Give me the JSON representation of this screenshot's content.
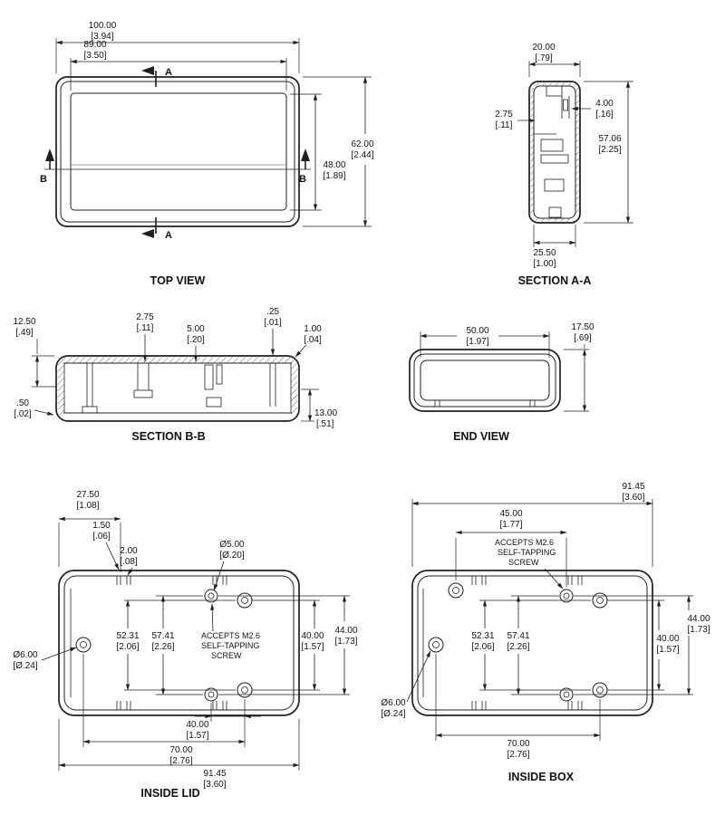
{
  "palette": {
    "background": "#ffffff",
    "line": "#1f1f1f",
    "text": "#111111"
  },
  "top_view": {
    "title": "TOP VIEW",
    "section_label_a": "A",
    "section_label_b": "B",
    "overall_width": {
      "mm": "100.00",
      "inch": "[3.94]"
    },
    "lid_panel_width": {
      "mm": "89.00",
      "inch": "[3.50]"
    },
    "overall_depth": {
      "mm": "62.00",
      "inch": "[2.44]"
    },
    "lid_panel_depth": {
      "mm": "48.00",
      "inch": "[1.89]"
    }
  },
  "section_aa": {
    "title": "SECTION A-A",
    "body_width": {
      "mm": "20.00",
      "inch": "[.79]"
    },
    "slot_width": {
      "mm": "4.00",
      "inch": "[.16]"
    },
    "wall_thickness": {
      "mm": "2.75",
      "inch": "[.11]"
    },
    "body_height": {
      "mm": "57.06",
      "inch": "[2.25]"
    },
    "inner_width": {
      "mm": "25.50",
      "inch": "[1.00]"
    }
  },
  "section_bb": {
    "title": "SECTION B-B",
    "lid_depth": {
      "mm": "12.50",
      "inch": "[.49]"
    },
    "rib_width": {
      "mm": "2.75",
      "inch": "[.11]"
    },
    "boss_width": {
      "mm": "5.00",
      "inch": "[.20]"
    },
    "lip_gap": {
      "mm": ".25",
      "inch": "[.01]"
    },
    "wall_thickness": {
      "mm": "1.00",
      "inch": "[.04]"
    },
    "floor_thickness": {
      "mm": ".50",
      "inch": "[.02]"
    },
    "box_depth": {
      "mm": "13.00",
      "inch": "[.51]"
    }
  },
  "end_view": {
    "title": "END VIEW",
    "opening_width": {
      "mm": "50.00",
      "inch": "[1.97]"
    },
    "body_height": {
      "mm": "17.50",
      "inch": "[.69]"
    }
  },
  "inside_lid": {
    "title": "INSIDE LID",
    "screw_note": {
      "line1": "ACCEPTS M2.6",
      "line2": "SELF-TAPPING",
      "line3": "SCREW"
    },
    "tab_offset": {
      "mm": "27.50",
      "inch": "[1.08]"
    },
    "tab_gap": {
      "mm": "1.50",
      "inch": "[.06]"
    },
    "tab_width": {
      "mm": "2.00",
      "inch": "[.08]"
    },
    "boss_diameter": {
      "mm": "Ø5.00",
      "inch": "[Ø.20]"
    },
    "boss_span_inner": {
      "mm": "52.31",
      "inch": "[2.06]"
    },
    "boss_span_outer": {
      "mm": "57.41",
      "inch": "[2.26]"
    },
    "boss_pitch_vertical": {
      "mm": "40.00",
      "inch": "[1.57]"
    },
    "boss_pitch_vertical_outer": {
      "mm": "44.00",
      "inch": "[1.73]"
    },
    "post_diameter": {
      "mm": "Ø6.00",
      "inch": "[Ø.24]"
    },
    "boss_pitch_horizontal": {
      "mm": "40.00",
      "inch": "[1.57]"
    },
    "post_pitch": {
      "mm": "70.00",
      "inch": "[2.76]"
    },
    "inner_length": {
      "mm": "91.45",
      "inch": "[3.60]"
    }
  },
  "inside_box": {
    "title": "INSIDE BOX",
    "screw_note": {
      "line1": "ACCEPTS M2.6",
      "line2": "SELF-TAPPING",
      "line3": "SCREW"
    },
    "inner_length": {
      "mm": "91.45",
      "inch": "[3.60]"
    },
    "boss_offset": {
      "mm": "45.00",
      "inch": "[1.77]"
    },
    "boss_span_inner": {
      "mm": "52.31",
      "inch": "[2.06]"
    },
    "boss_span_outer": {
      "mm": "57.41",
      "inch": "[2.26]"
    },
    "boss_pitch_vertical_outer": {
      "mm": "44.00",
      "inch": "[1.73]"
    },
    "boss_pitch_vertical": {
      "mm": "40.00",
      "inch": "[1.57]"
    },
    "post_diameter": {
      "mm": "Ø6.00",
      "inch": "[Ø.24]"
    },
    "post_pitch": {
      "mm": "70.00",
      "inch": "[2.76]"
    }
  }
}
